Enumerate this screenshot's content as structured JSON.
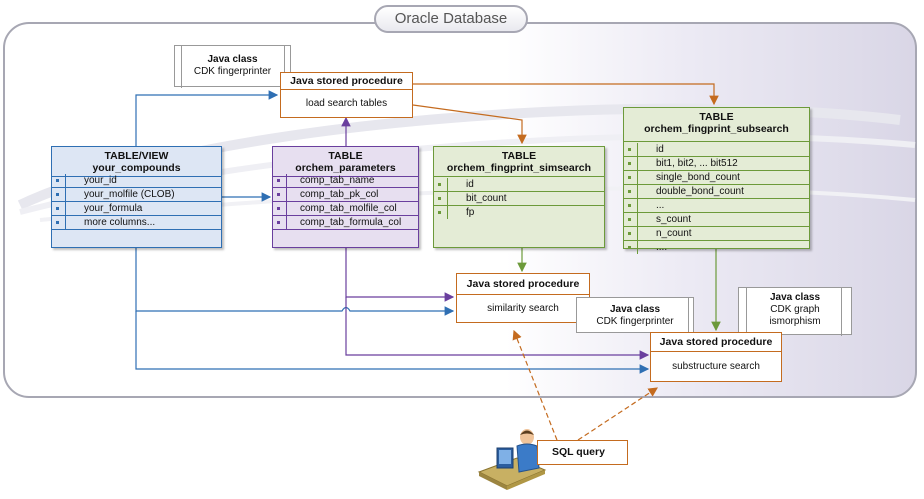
{
  "database": {
    "title": "Oracle Database"
  },
  "java_classes": {
    "top": {
      "title": "Java class",
      "subtitle": "CDK fingerprinter"
    },
    "middle": {
      "title": "Java class",
      "subtitle": "CDK fingerprinter"
    },
    "right": {
      "title": "Java class",
      "subtitle": "CDK graph",
      "subtitle2": "ismorphism"
    }
  },
  "procedures": {
    "load": {
      "title": "Java stored procedure",
      "body": "load search tables"
    },
    "similarity": {
      "title": "Java stored procedure",
      "body": "similarity search"
    },
    "substructure": {
      "title": "Java stored procedure",
      "body": "substructure search"
    }
  },
  "tables": {
    "compounds": {
      "type": "TABLE/VIEW",
      "name": "your_compounds",
      "rows": [
        "your_id",
        "your_molfile (CLOB)",
        "your_formula",
        "more columns..."
      ]
    },
    "parameters": {
      "type": "TABLE",
      "name": "orchem_parameters",
      "rows": [
        "comp_tab_name",
        "comp_tab_pk_col",
        "comp_tab_molfile_col",
        "comp_tab_formula_col"
      ]
    },
    "simsearch": {
      "type": "TABLE",
      "name": "orchem_fingprint_simsearch",
      "rows": [
        "id",
        "bit_count",
        "fp"
      ]
    },
    "subsearch": {
      "type": "TABLE",
      "name": "orchem_fingprint_subsearch",
      "rows": [
        "id",
        "bit1, bit2, ... bit512",
        "single_bond_count",
        "double_bond_count",
        "...",
        "s_count",
        "n_count",
        "...."
      ]
    }
  },
  "user": {
    "label": "SQL query"
  },
  "colors": {
    "blue": "#2f6fb3",
    "purple": "#6a3f9e",
    "green": "#6c9a3a",
    "orange": "#c46b1f",
    "frame": "#a7a7b3"
  }
}
